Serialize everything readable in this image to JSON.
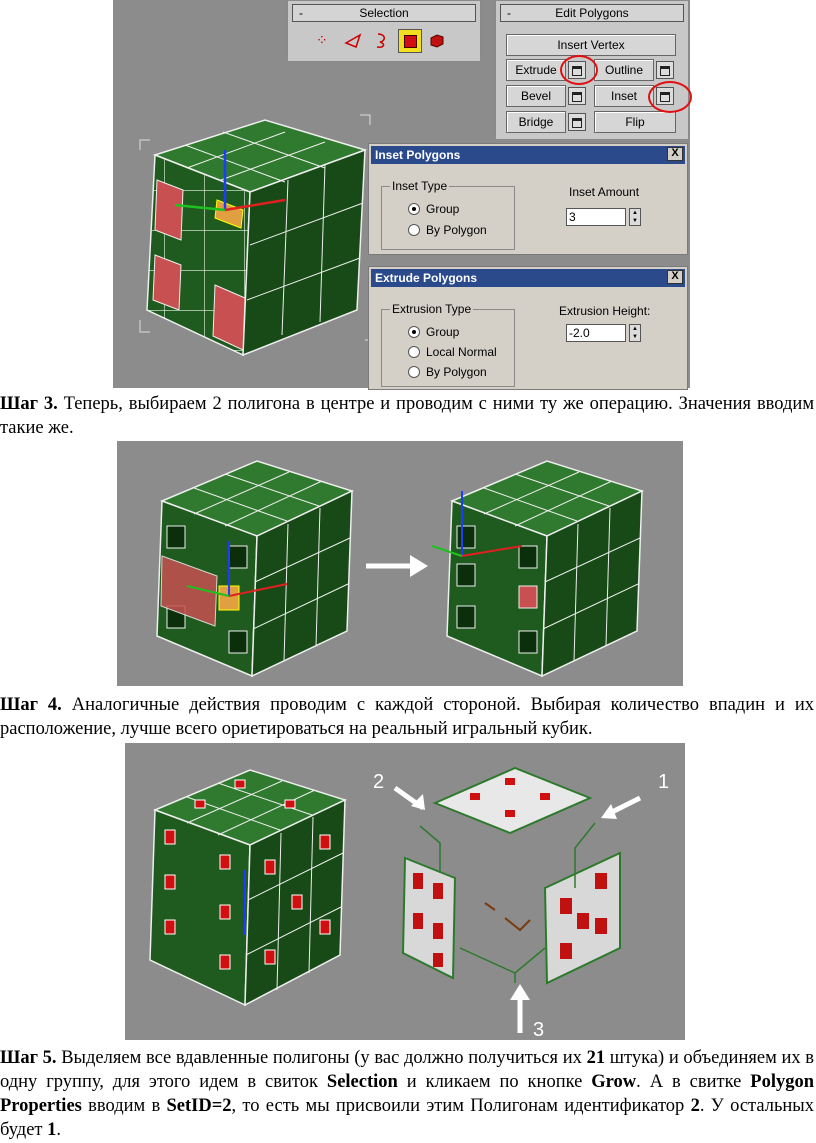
{
  "max_panel": {
    "selection_title": "Selection",
    "edit_polygons_title": "Edit Polygons",
    "minus": "-",
    "buttons": {
      "insert_vertex": "Insert Vertex",
      "extrude": "Extrude",
      "outline": "Outline",
      "bevel": "Bevel",
      "inset": "Inset",
      "bridge": "Bridge",
      "flip": "Flip"
    }
  },
  "inset_dialog": {
    "title": "Inset Polygons",
    "close": "X",
    "group_label": "Inset Type",
    "opt_group": "Group",
    "opt_by_polygon": "By Polygon",
    "amount_label": "Inset Amount",
    "amount_value": "3"
  },
  "extrude_dialog": {
    "title": "Extrude Polygons",
    "close": "X",
    "group_label": "Extrusion Type",
    "opt_group": "Group",
    "opt_local_normal": "Local Normal",
    "opt_by_polygon": "By Polygon",
    "height_label": "Extrusion Height:",
    "height_value": "-2.0"
  },
  "steps": {
    "step3_label": "Шаг 3.",
    "step3_text": "Теперь, выбираем 2 полигона в центре и проводим с ними ту же операцию. Значения вводим такие же.",
    "step4_label": "Шаг 4.",
    "step4_text": "Аналогичные действия проводим с каждой стороной. Выбирая количество впадин и их расположение, лучше всего ориетироваться на реальный игральный кубик.",
    "step5_label": "Шаг 5.",
    "step5_text_a": "Выделяем все вдавленные полигоны (у вас должно получиться их ",
    "step5_num": "21",
    "step5_text_b": " штука) и объединяем их в одну группу, для этого идем в свиток ",
    "step5_selection": "Selection",
    "step5_text_c": " и кликаем по кнопке ",
    "step5_grow": "Grow",
    "step5_text_d": ". А в свитке ",
    "step5_pp": "Polygon Properties",
    "step5_text_e": " вводим в ",
    "step5_setid": "SetID=2",
    "step5_text_f": ", то есть мы присвоили этим Полигонам идентификатор ",
    "step5_two": "2",
    "step5_text_g": ". У остальных будет ",
    "step5_one": "1",
    "step5_text_h": "."
  },
  "figure3_labels": {
    "l1": "1",
    "l2": "2",
    "l3": "3"
  },
  "colors": {
    "cube_green": "#1f5a1f",
    "selected_red": "#c85050",
    "dot_red": "#d01010",
    "viewport_gray": "#8c8c8c"
  }
}
